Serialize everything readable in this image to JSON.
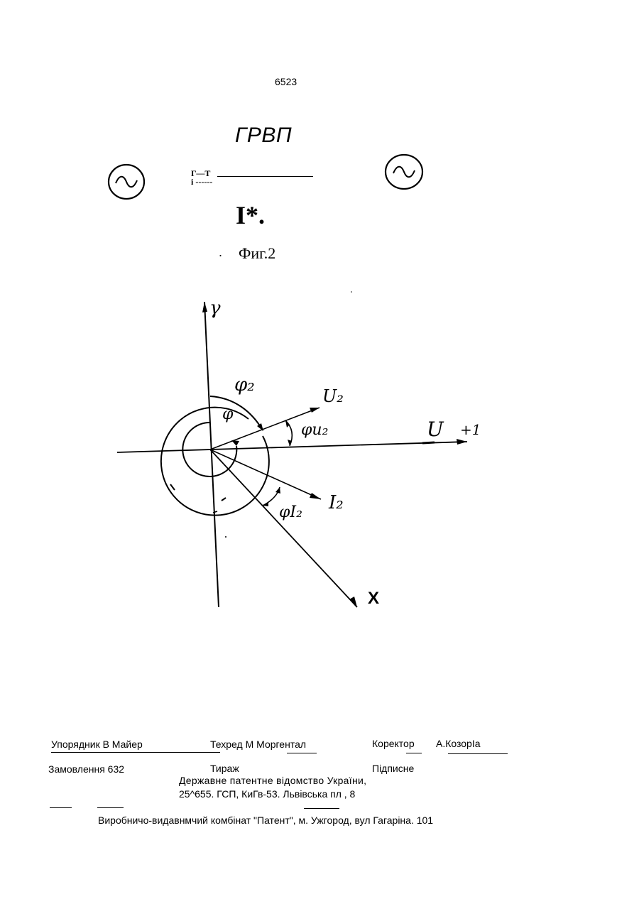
{
  "header": {
    "page_number": "6523"
  },
  "figure": {
    "title": "ГРВП",
    "schematic_text": "Г—Т",
    "schematic_sub": "i ------",
    "symbol": "I*.",
    "caption_dot": ".",
    "caption": "Фиг.2"
  },
  "diagram": {
    "labels": {
      "gamma": "γ",
      "phi2": "φ₂",
      "phi": "φ",
      "u2": "U₂",
      "phi_u2": "φu₂",
      "u": "U",
      "plus1": "+1",
      "i2": "I₂",
      "phi_i2": "φI₂",
      "x": "X"
    }
  },
  "footer": {
    "row1": {
      "compiler": "Упорядник В Майер",
      "techred": "Техред М Моргентал",
      "corrector_label": "Коректор",
      "corrector_name": "А.КозорІа"
    },
    "row2": {
      "order": "Замовлення 632",
      "circulation": "Тираж",
      "signed": "Підписне"
    },
    "agency": "Державне патентне відомство України,",
    "address": "25^655. ГСП, КиГв-53. Львівська пл , 8",
    "publisher": "Виробничо-видавнмчий комбінат   \"Патент\", м. Ужгород, вул Гагаріна. 101"
  }
}
